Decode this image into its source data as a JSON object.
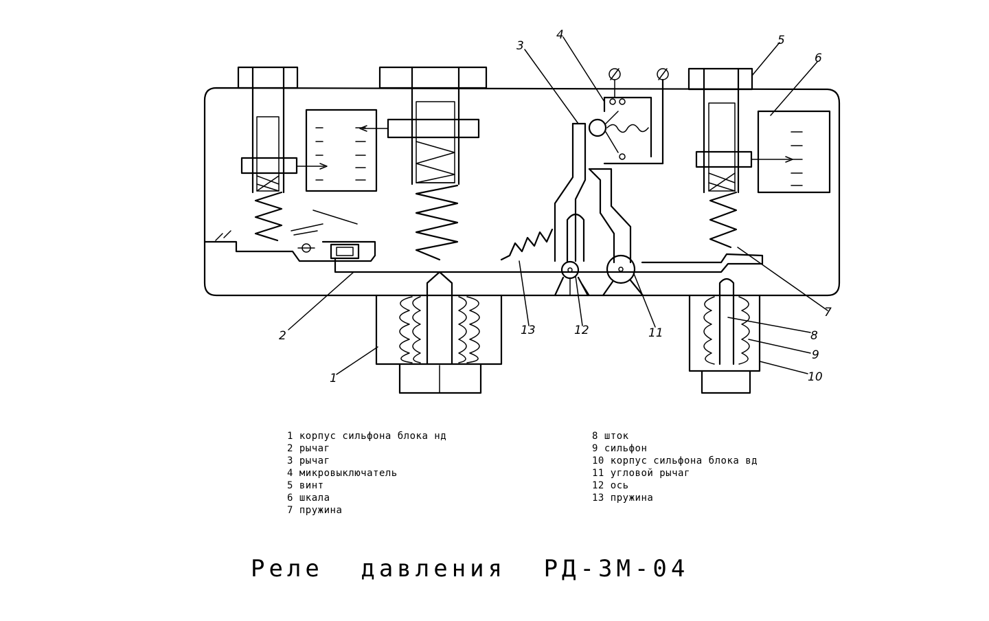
{
  "title": "Реле давления РД-3М-04",
  "legend": {
    "left": [
      {
        "num": "1",
        "text": "корпус сильфона блока нд"
      },
      {
        "num": "2",
        "text": "рычаг"
      },
      {
        "num": "3",
        "text": "рычаг"
      },
      {
        "num": "4",
        "text": "микровыключатель"
      },
      {
        "num": "5",
        "text": "винт"
      },
      {
        "num": "6",
        "text": "шкала"
      },
      {
        "num": "7",
        "text": "пружина"
      }
    ],
    "right": [
      {
        "num": "8",
        "text": "шток"
      },
      {
        "num": "9",
        "text": "сильфон"
      },
      {
        "num": "10",
        "text": "корпус сильфона блока вд"
      },
      {
        "num": "11",
        "text": "угловой рычаг"
      },
      {
        "num": "12",
        "text": "ось"
      },
      {
        "num": "13",
        "text": "пружина"
      }
    ]
  },
  "callouts": [
    "1",
    "2",
    "3",
    "4",
    "5",
    "6",
    "7",
    "8",
    "9",
    "10",
    "11",
    "12",
    "13"
  ]
}
